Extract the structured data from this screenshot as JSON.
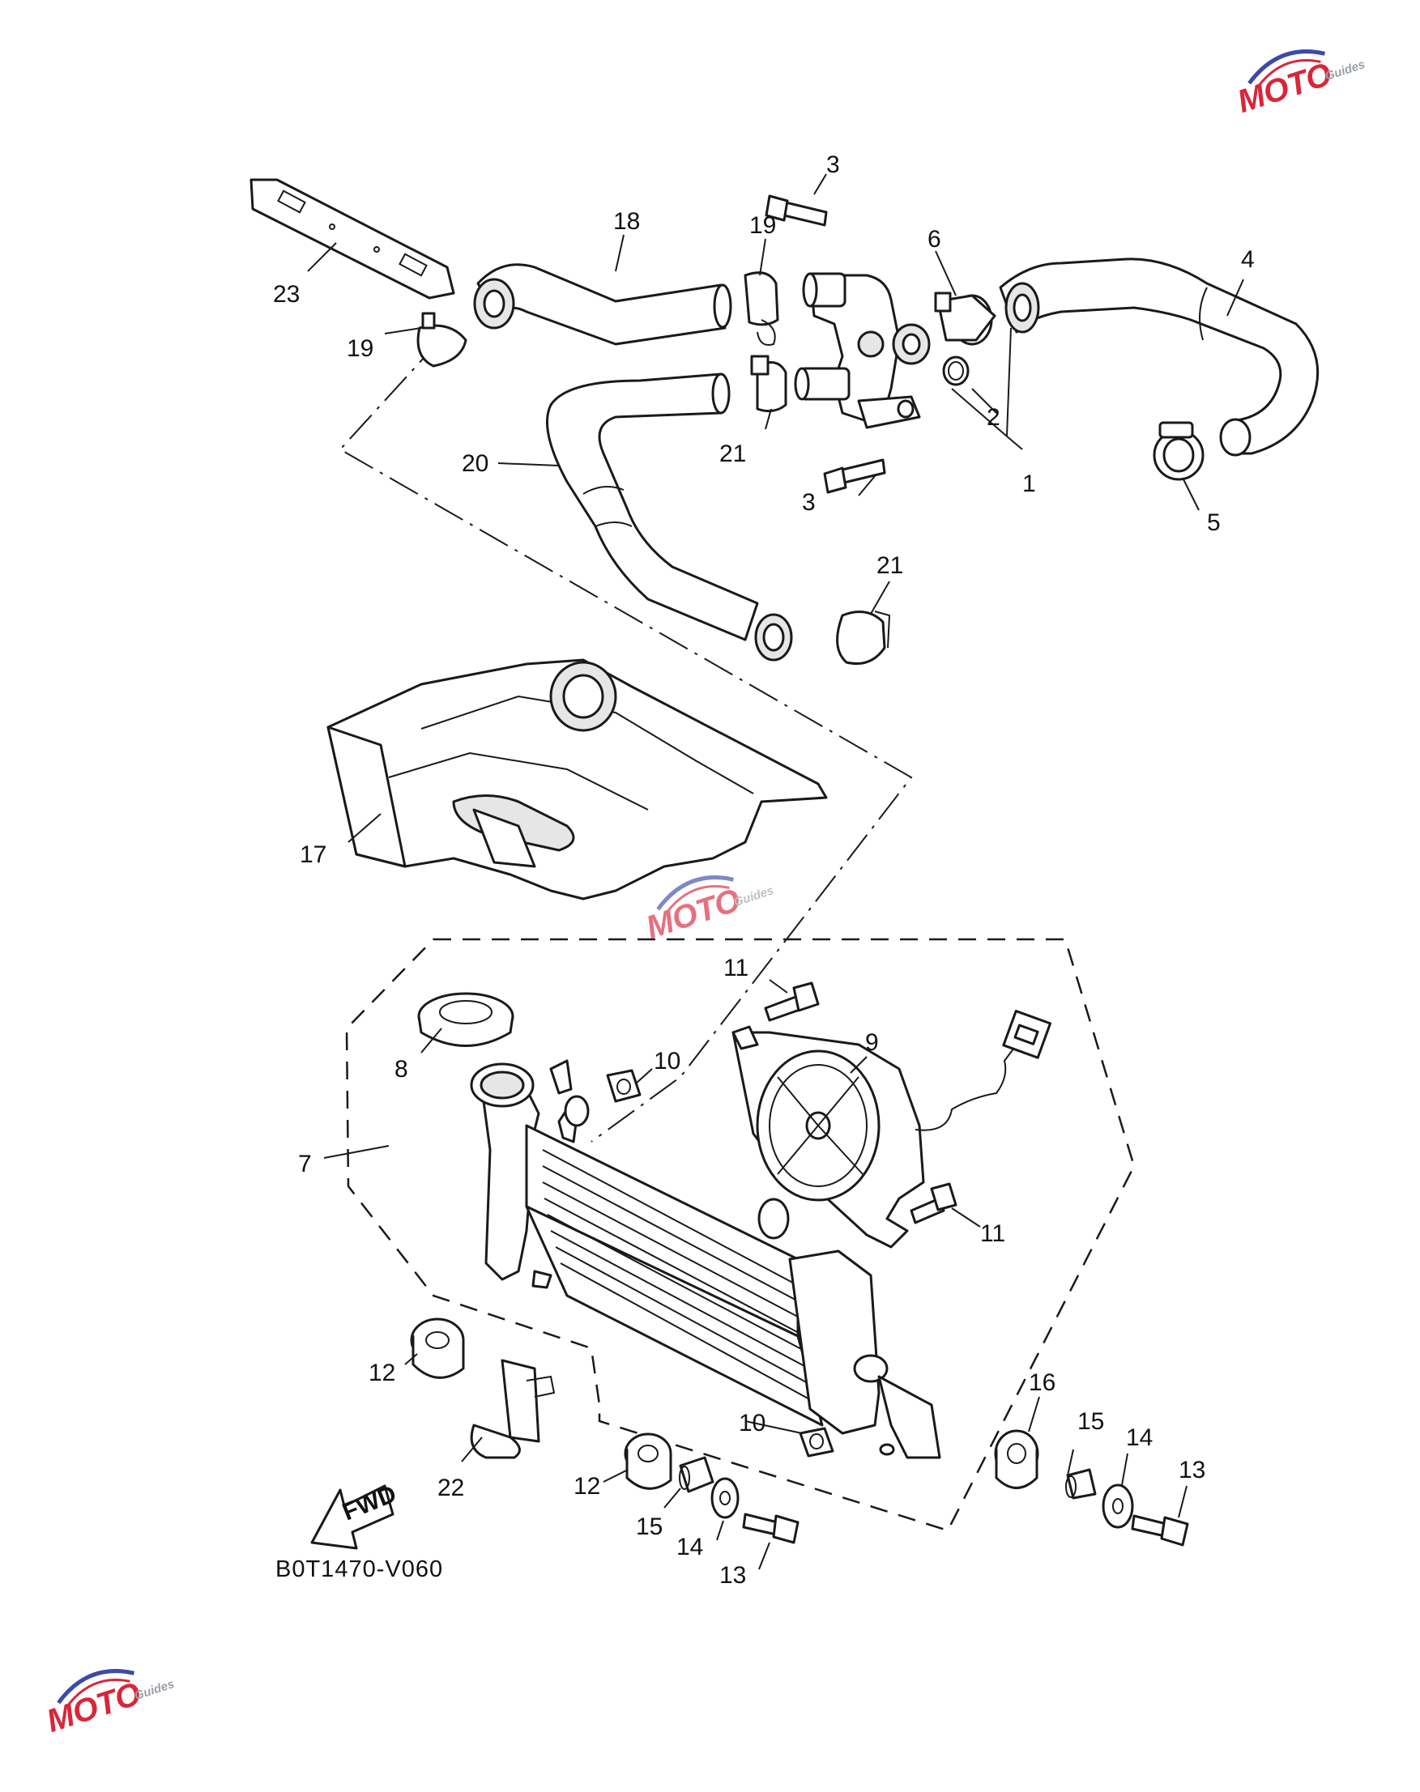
{
  "diagram_code": "B0T1470-V060",
  "direction_label": "FWD",
  "watermark": {
    "mark": "MOTO",
    "sub": "Guides",
    "colors": {
      "red": "#d9263a",
      "blue": "#3c4aa8",
      "gray": "#9aa0a6"
    }
  },
  "callouts": [
    {
      "id": "p1",
      "label": "1"
    },
    {
      "id": "p2",
      "label": "2"
    },
    {
      "id": "p3a",
      "label": "3"
    },
    {
      "id": "p3b",
      "label": "3"
    },
    {
      "id": "p4",
      "label": "4"
    },
    {
      "id": "p5",
      "label": "5"
    },
    {
      "id": "p6",
      "label": "6"
    },
    {
      "id": "p7",
      "label": "7"
    },
    {
      "id": "p8",
      "label": "8"
    },
    {
      "id": "p9",
      "label": "9"
    },
    {
      "id": "p10a",
      "label": "10"
    },
    {
      "id": "p10b",
      "label": "10"
    },
    {
      "id": "p11a",
      "label": "11"
    },
    {
      "id": "p11b",
      "label": "11"
    },
    {
      "id": "p12a",
      "label": "12"
    },
    {
      "id": "p12b",
      "label": "12"
    },
    {
      "id": "p13a",
      "label": "13"
    },
    {
      "id": "p13b",
      "label": "13"
    },
    {
      "id": "p14a",
      "label": "14"
    },
    {
      "id": "p14b",
      "label": "14"
    },
    {
      "id": "p15a",
      "label": "15"
    },
    {
      "id": "p15b",
      "label": "15"
    },
    {
      "id": "p16",
      "label": "16"
    },
    {
      "id": "p17",
      "label": "17"
    },
    {
      "id": "p18",
      "label": "18"
    },
    {
      "id": "p19a",
      "label": "19"
    },
    {
      "id": "p19b",
      "label": "19"
    },
    {
      "id": "p20",
      "label": "20"
    },
    {
      "id": "p21a",
      "label": "21"
    },
    {
      "id": "p21b",
      "label": "21"
    },
    {
      "id": "p22",
      "label": "22"
    },
    {
      "id": "p23",
      "label": "23"
    }
  ]
}
